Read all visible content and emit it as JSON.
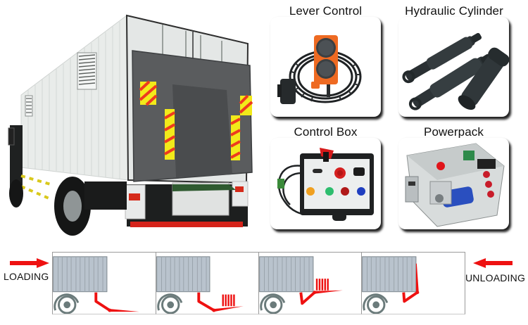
{
  "components": [
    {
      "id": "lever-control",
      "title": "Lever Control"
    },
    {
      "id": "hydraulic-cylinder",
      "title": "Hydraulic Cylinder"
    },
    {
      "id": "control-box",
      "title": "Control Box"
    },
    {
      "id": "powerpack",
      "title": "Powerpack"
    }
  ],
  "diagram": {
    "loading_label": "LOADING",
    "unloading_label": "UNLOADING",
    "steps": [
      {
        "id": "step-1",
        "state": "platform-lowered-empty"
      },
      {
        "id": "step-2",
        "state": "platform-lowered-with-load"
      },
      {
        "id": "step-3",
        "state": "platform-raised-with-load"
      },
      {
        "id": "step-4",
        "state": "platform-folded-stowed"
      }
    ]
  },
  "colors": {
    "accent_red": "#ee1111",
    "container_gray": "#b9c3cd",
    "wheel_gray": "#6b7b7b",
    "liftgate_gray": "#5a5c5e",
    "truck_body_white": "#eef1ef"
  }
}
